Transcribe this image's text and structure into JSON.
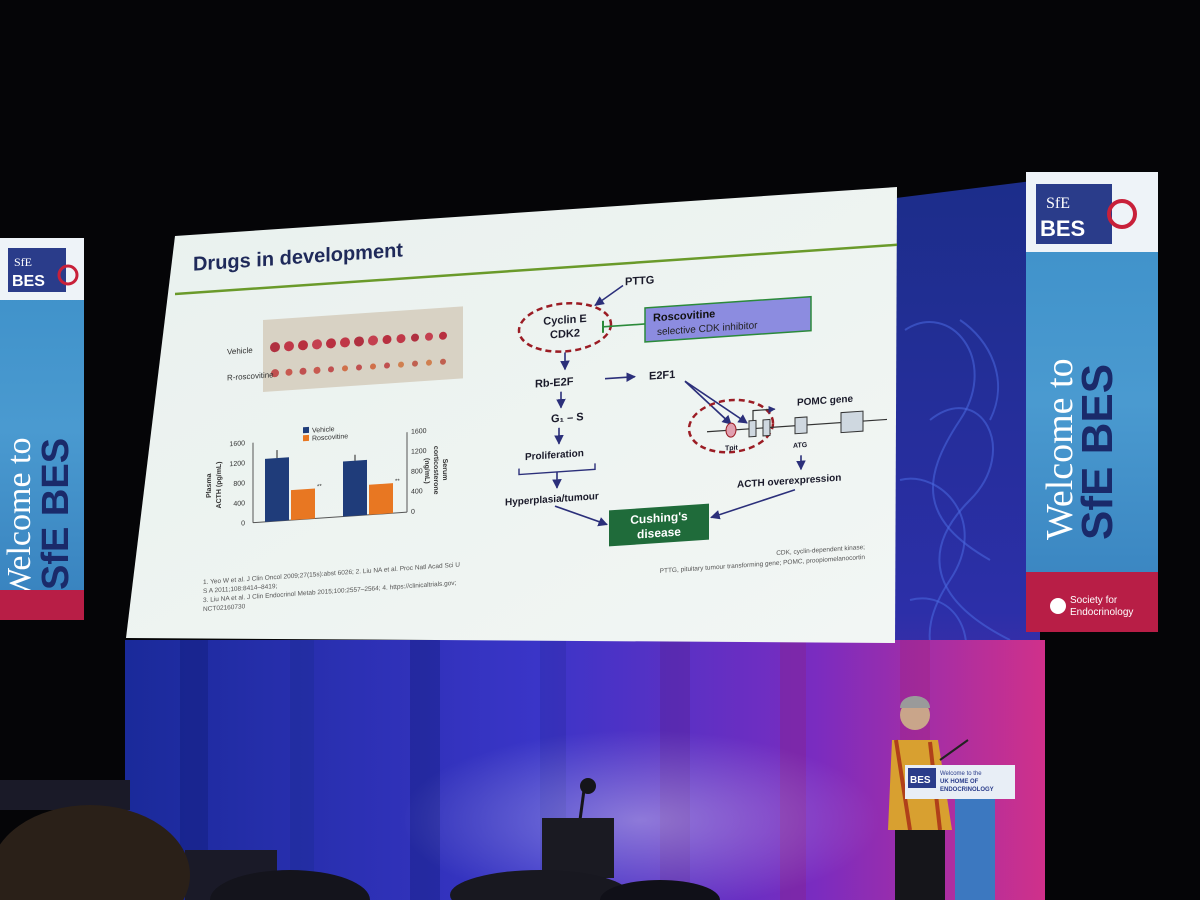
{
  "slide": {
    "title": "Drugs in development",
    "tumour_photo": {
      "row1_label": "Vehicle",
      "row2_label": "R-roscovitine"
    },
    "bar_chart": {
      "legend": [
        "Vehicle",
        "Roscovitine"
      ],
      "left_axis_label_line1": "Plasma",
      "left_axis_label_line2": "ACTH (pg/mL)",
      "right_axis_label_line1": "Serum",
      "right_axis_label_line2": "corticosterone",
      "right_axis_label_line3": "(ng/mL)",
      "left_ticks": [
        "0",
        "400",
        "800",
        "1200",
        "1600"
      ],
      "right_ticks": [
        "0",
        "400",
        "800",
        "1200",
        "1600"
      ],
      "significance": [
        "**",
        "**"
      ],
      "colors": {
        "vehicle": "#1f3c7a",
        "roscovitine": "#e87722"
      }
    },
    "diagram": {
      "pttg": "PTTG",
      "cyclin_line1": "Cyclin E",
      "cyclin_line2": "CDK2",
      "roscovitine_title": "Roscovitine",
      "roscovitine_sub": "selective CDK inhibitor",
      "rb_e2f": "Rb-E2F",
      "e2f1": "E2F1",
      "g1_s": "G₁ – S",
      "proliferation": "Proliferation",
      "hyperplasia": "Hyperplasia/tumour",
      "pomc_gene": "POMC gene",
      "tpit": "Tpit",
      "atg": "ATG",
      "acth_over": "ACTH overexpression",
      "cushings_line1": "Cushing's",
      "cushings_line2": "disease"
    },
    "references": {
      "line1": "1. Yeo W et al. J Clin Oncol 2009;27(15s):abst 6026; 2. Liu NA et al. Proc Natl Acad Sci U",
      "line2": "S A 2011;108:8414–8419;",
      "line3": "3. Liu NA et al. J Clin Endocrinol Metab 2015;100:2557–2564; 4. https://clinicaltrials.gov;",
      "line4": "NCT02160730"
    },
    "abbreviations": {
      "line1": "CDK, cyclin-dependent kinase;",
      "line2": "PTTG, pituitary tumour transforming gene; POMC, proopiomelanocortin"
    },
    "colors": {
      "title_rule": "#6a9a2a",
      "diagram_arrow": "#2b2f7a",
      "dashed_circle": "#9b1c24",
      "roscovitine_box": "#8c8ce0",
      "cushings_box": "#1f6b3a"
    }
  },
  "banners": {
    "small_logo_line1": "SfE",
    "small_logo_line2": "BES",
    "welcome": "Welcome to",
    "brand": "SfE BES",
    "society_line1": "Society for",
    "society_line2": "Endocrinology"
  },
  "podium": {
    "line1": "Welcome to the",
    "line2": "UK HOME OF",
    "line3": "ENDOCRINOLOGY",
    "logo": "BES"
  }
}
